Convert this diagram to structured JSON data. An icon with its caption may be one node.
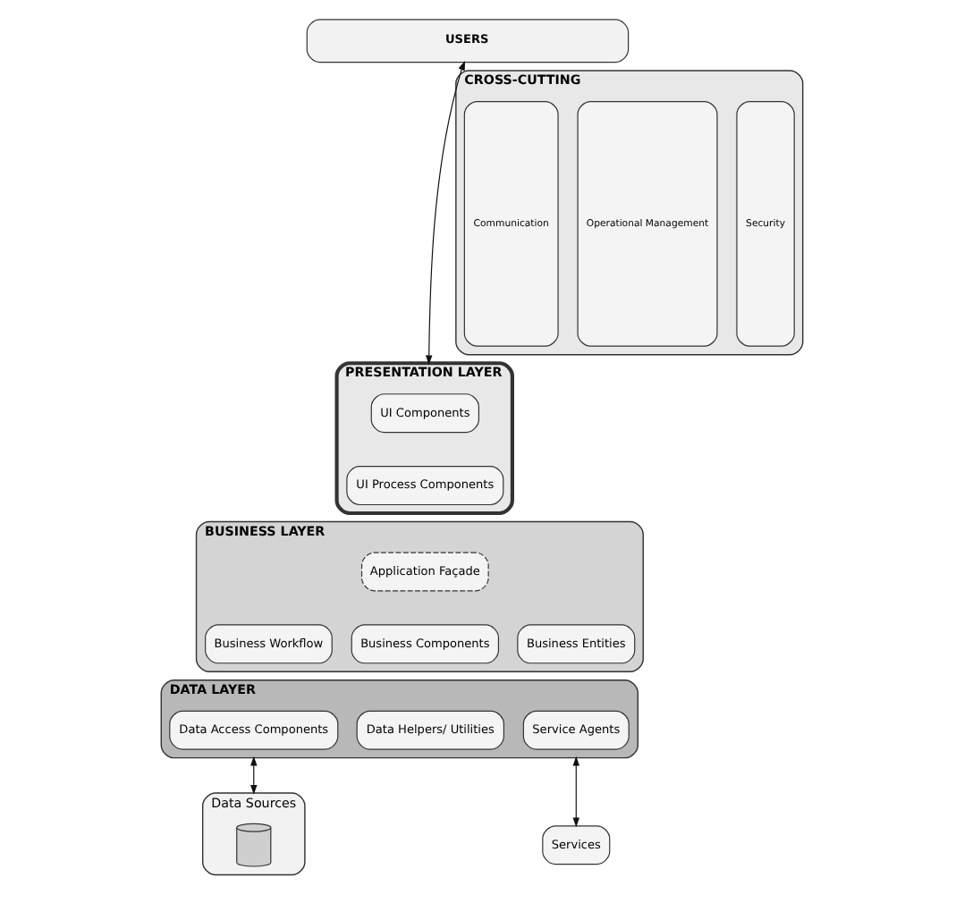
{
  "diagram": {
    "nodes": [
      {
        "text": [
          "USERS"
        ]
      },
      {
        "text": [
          "PRESENTATION LAYER"
        ]
      },
      {
        "text": [
          "UI Components"
        ],
        "in": 1
      },
      {
        "text": [
          "UI Process Components"
        ],
        "in": 1
      },
      {
        "text": [
          "BUSINESS LAYER"
        ]
      },
      {
        "text": [
          "Application Façade"
        ],
        "in": 4
      },
      {
        "text": [
          "Business Workflow"
        ],
        "in": 4
      },
      {
        "text": [
          "Business Components"
        ],
        "in": 4
      },
      {
        "text": [
          "Business Entities"
        ],
        "in": 4
      },
      {
        "text": [
          "DATA LAYER"
        ]
      },
      {
        "text": [
          "Data Access Components"
        ],
        "in": 9
      },
      {
        "text": [
          "Data Helpers/ Utilities"
        ],
        "in": 9
      },
      {
        "text": [
          "Service Agents"
        ],
        "in": 9
      },
      {
        "text": [
          "Data Sources"
        ]
      },
      {
        "text": [],
        "shape": "cylinder",
        "in": 13
      },
      {
        "text": [
          "Services"
        ]
      },
      {
        "text": [
          "CROSS-CUTTING"
        ]
      },
      {
        "text": [
          "Security"
        ],
        "in": 16
      },
      {
        "text": [
          "Operational Management"
        ],
        "in": 16
      },
      {
        "text": [
          "Communication"
        ],
        "in": 16
      }
    ],
    "edges": [
      {
        "from": 0,
        "to": 1,
        "arrow": "both"
      },
      {
        "from": 9,
        "to": 13,
        "arrow": "both"
      },
      {
        "from": 9,
        "to": 15,
        "arrow": "both"
      }
    ]
  }
}
